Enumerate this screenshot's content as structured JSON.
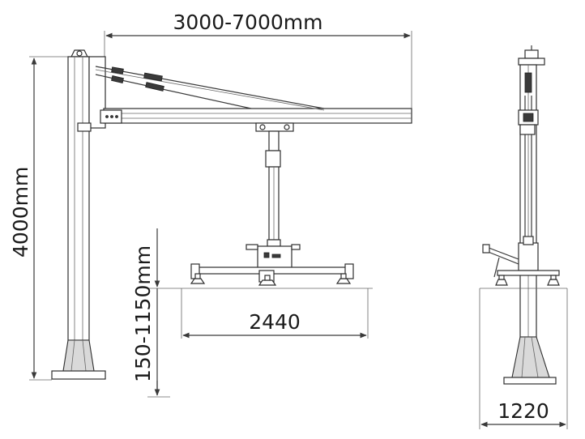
{
  "dimensions": {
    "arm_length": "3000-7000mm",
    "height": "4000mm",
    "lift_range": "150-1150mm",
    "frame_width": "2440",
    "base_width": "1220"
  },
  "colors": {
    "line": "#3a3a3a",
    "fill": "#d9d9d9"
  }
}
